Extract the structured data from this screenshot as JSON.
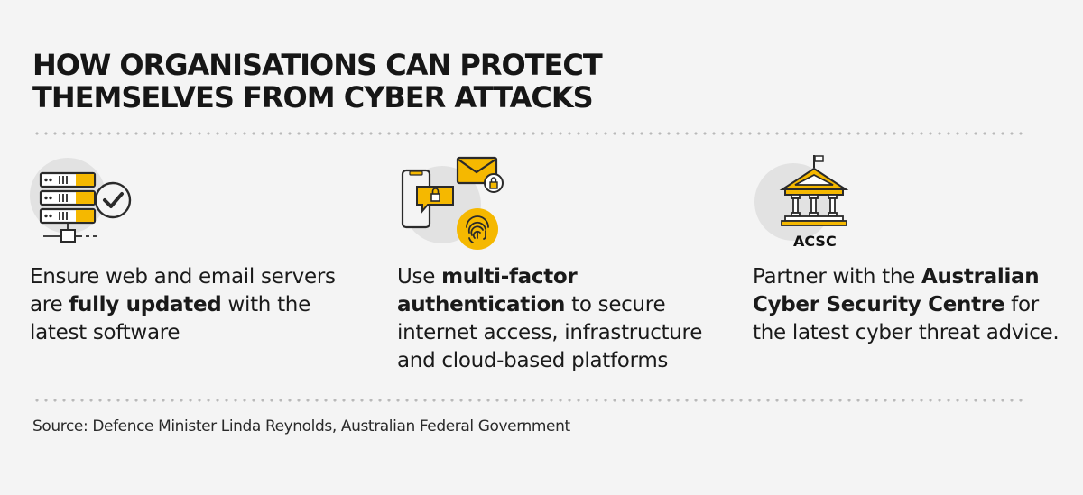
{
  "header": {
    "title_line1": "HOW ORGANISATIONS CAN PROTECT",
    "title_line2": "THEMSELVES FROM CYBER ATTACKS"
  },
  "columns": [
    {
      "icon": "server-check-icon",
      "text_before": "Ensure web and email servers are ",
      "text_bold": "fully updated",
      "text_after": " with the latest software"
    },
    {
      "icon": "multi-factor-auth-icon",
      "text_before": "Use ",
      "text_bold": "multi-factor authentication",
      "text_after": " to secure internet access, infrastructure and cloud-based platforms"
    },
    {
      "icon": "government-building-icon",
      "icon_label": "ACSC",
      "text_before": "Partner with the ",
      "text_bold": "Australian Cyber Security Centre",
      "text_after": " for the latest cyber threat advice."
    }
  ],
  "footer": {
    "source": "Source: Defence Minister Linda Reynolds, Australian Federal Government"
  },
  "colors": {
    "background": "#f4f4f4",
    "accent_yellow": "#f5b800",
    "icon_circle": "#e2e2e2",
    "text": "#1a1a1a",
    "dots": "#b9b9b9"
  }
}
